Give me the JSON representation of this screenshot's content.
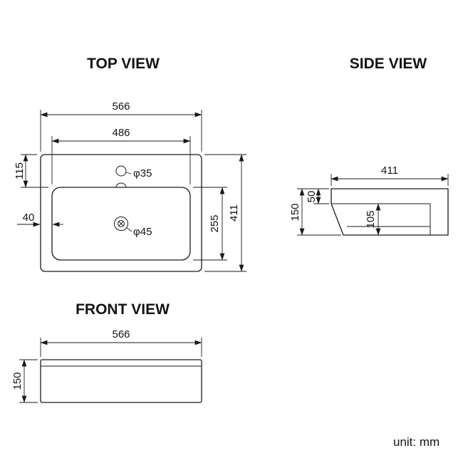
{
  "titles": {
    "top": "TOP VIEW",
    "side": "SIDE VIEW",
    "front": "FRONT VIEW"
  },
  "unit_label": "unit: mm",
  "top_view": {
    "outer_width": "566",
    "inner_width": "486",
    "top_rim": "115",
    "side_rim": "40",
    "faucet_hole": "φ35",
    "drain_hole": "φ45",
    "basin_depth": "255",
    "overall_depth": "411"
  },
  "side_view": {
    "overall_depth": "411",
    "front_lip": "50",
    "overall_height": "150",
    "bowl_depth": "105"
  },
  "front_view": {
    "overall_width": "566",
    "overall_height": "150"
  }
}
